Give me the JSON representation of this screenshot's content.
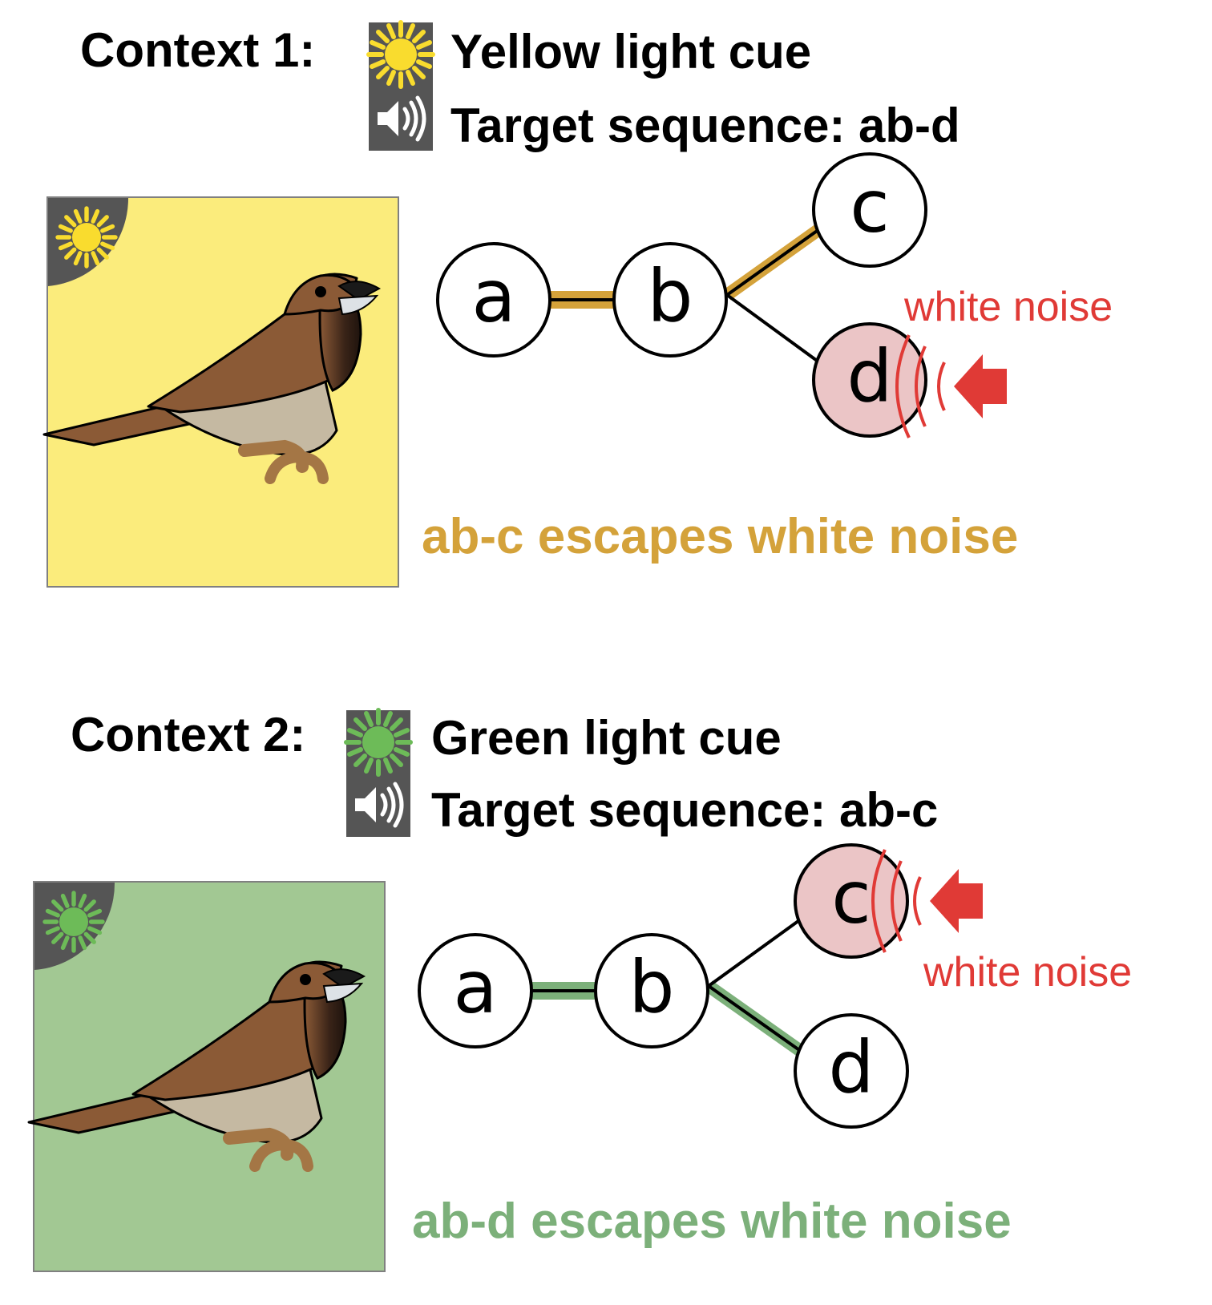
{
  "context1": {
    "label": "Context 1:",
    "cue_text": "Yellow light cue",
    "target_text": "Target sequence: ab-d",
    "escape_text": "ab-c escapes white noise",
    "white_noise_label": "white noise",
    "nodes": [
      "a",
      "b",
      "c",
      "d"
    ],
    "noise_node": "d",
    "escape_node": "c",
    "light_color": "#F9DC2E",
    "background_color": "#FBEC7C",
    "escape_color": "#D4A23A",
    "light_icon": "sun-icon"
  },
  "context2": {
    "label": "Context 2:",
    "cue_text": "Green light cue",
    "target_text": "Target sequence: ab-c",
    "escape_text": "ab-d escapes white noise",
    "white_noise_label": "white noise",
    "nodes": [
      "a",
      "b",
      "c",
      "d"
    ],
    "noise_node": "c",
    "escape_node": "d",
    "light_color": "#6DBB58",
    "background_color": "#A2C893",
    "escape_color": "#7CB07A",
    "light_icon": "sun-icon"
  },
  "colors": {
    "icon_box": "#555555",
    "noise_red": "#E03A36",
    "noise_node_fill": "#EBC5C6",
    "bird_body": "#8B5A36",
    "bird_belly": "#C5B9A2",
    "bird_leg": "#A47645"
  }
}
